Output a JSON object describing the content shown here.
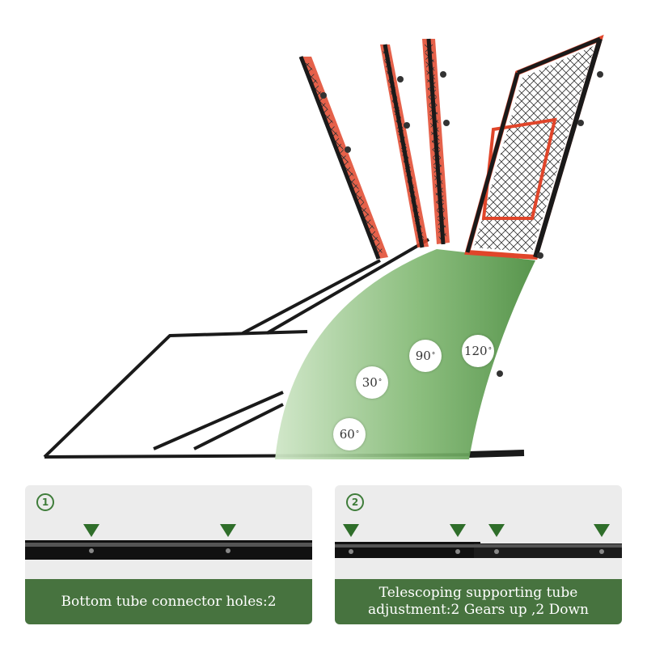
{
  "angles": [
    {
      "label": "30",
      "unit": "°"
    },
    {
      "label": "60",
      "unit": "°"
    },
    {
      "label": "90",
      "unit": "°"
    },
    {
      "label": "120",
      "unit": "°"
    }
  ],
  "panels": [
    {
      "number": "1",
      "caption": "Bottom tube connector holes:2"
    },
    {
      "number": "2",
      "caption": "Telescoping supporting tube adjustment:2 Gears up ,2 Down"
    }
  ],
  "colors": {
    "green_sector": "#5a9a4e",
    "caption_bg": "#47733f",
    "frame": "#1a1a1a",
    "net_red": "#e0452a"
  },
  "icons": [
    "triangle-marker-icon",
    "circled-number-icon"
  ]
}
